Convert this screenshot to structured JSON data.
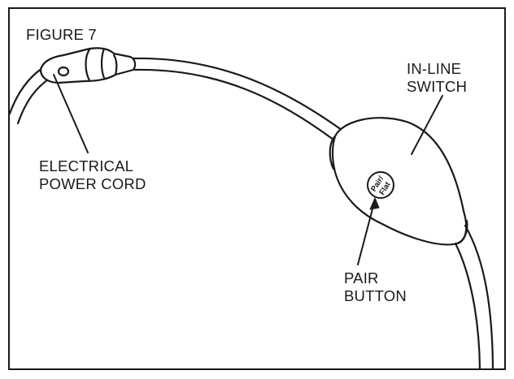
{
  "figure": {
    "title": "FIGURE 7",
    "labels": {
      "power_cord": [
        "ELECTRICAL",
        "POWER CORD"
      ],
      "inline_switch": [
        "IN-LINE",
        "SWITCH"
      ],
      "pair_button": [
        "PAIR",
        "BUTTON"
      ]
    },
    "button_text": [
      "Pair/",
      "Flat"
    ],
    "colors": {
      "stroke": "#1a1a1a",
      "fill": "#ffffff"
    }
  }
}
